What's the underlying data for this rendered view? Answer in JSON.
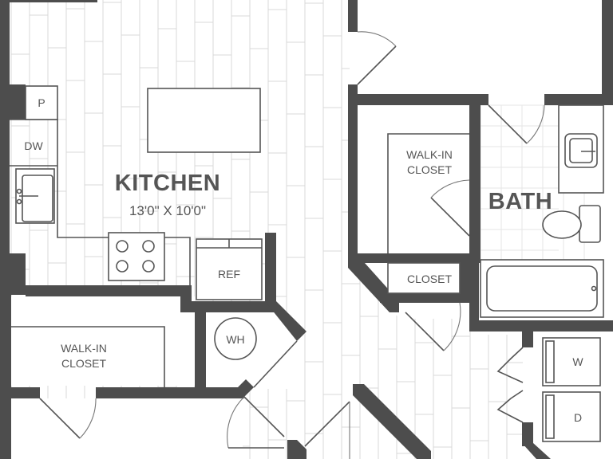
{
  "rooms": {
    "kitchen": {
      "name": "KITCHEN",
      "dimensions": "13'0\" X 10'0\""
    },
    "bath": {
      "name": "BATH"
    },
    "walk_in_closet_left": {
      "line1": "WALK-IN",
      "line2": "CLOSET"
    },
    "walk_in_closet_right": {
      "line1": "WALK-IN",
      "line2": "CLOSET"
    },
    "closet": {
      "name": "CLOSET"
    }
  },
  "fixtures": {
    "pantry": "P",
    "dishwasher": "DW",
    "refrigerator": "REF",
    "water_heater": "WH",
    "washer": "W",
    "dryer": "D"
  },
  "colors": {
    "wall": "#4d4d4d",
    "line": "#555555",
    "floor_plank": "#d9d9d9",
    "background": "#ffffff"
  }
}
